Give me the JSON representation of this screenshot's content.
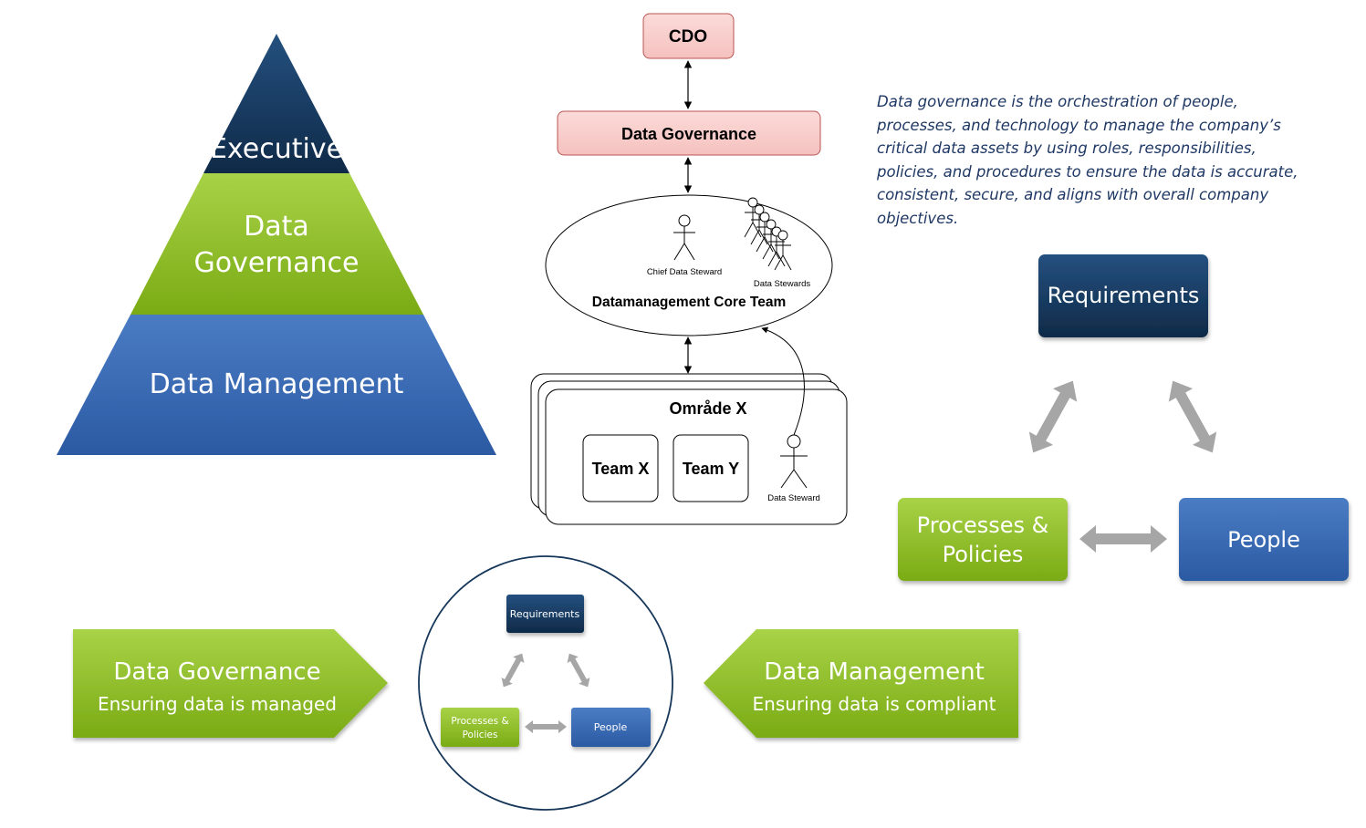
{
  "pyramid": {
    "executive": "Executive",
    "data_governance_line1": "Data",
    "data_governance_line2": "Governance",
    "data_management": "Data Management"
  },
  "org_chart": {
    "cdo": "CDO",
    "data_governance": "Data Governance",
    "core_team": "Datamanagement Core Team",
    "chief_data_steward": "Chief Data Steward",
    "data_stewards": "Data Stewards",
    "area": "Område X",
    "team_x": "Team X",
    "team_y": "Team Y",
    "data_steward": "Data Steward"
  },
  "definition": "Data governance is the orchestration of people, processes, and technology to manage the company’s critical data assets by using roles, responsibilities, policies, and procedures to ensure the data is accurate, consistent, secure, and aligns with overall company objectives.",
  "cycle": {
    "requirements": "Requirements",
    "processes_line1": "Processes &",
    "processes_line2": "Policies",
    "people": "People"
  },
  "bottom": {
    "left_title": "Data Governance",
    "left_sub": "Ensuring data is managed",
    "right_title": "Data Management",
    "right_sub": "Ensuring data is compliant",
    "mini_requirements": "Requirements",
    "mini_processes_line1": "Processes &",
    "mini_processes_line2": "Policies",
    "mini_people": "People"
  },
  "colors": {
    "navy": "#16375a",
    "green": "#8dbd24",
    "blue": "#3565b0",
    "pink": "#f8cecc",
    "pink_border": "#b85450",
    "arrow_gray": "#a6a6a6",
    "definition_text": "#1f3864"
  }
}
